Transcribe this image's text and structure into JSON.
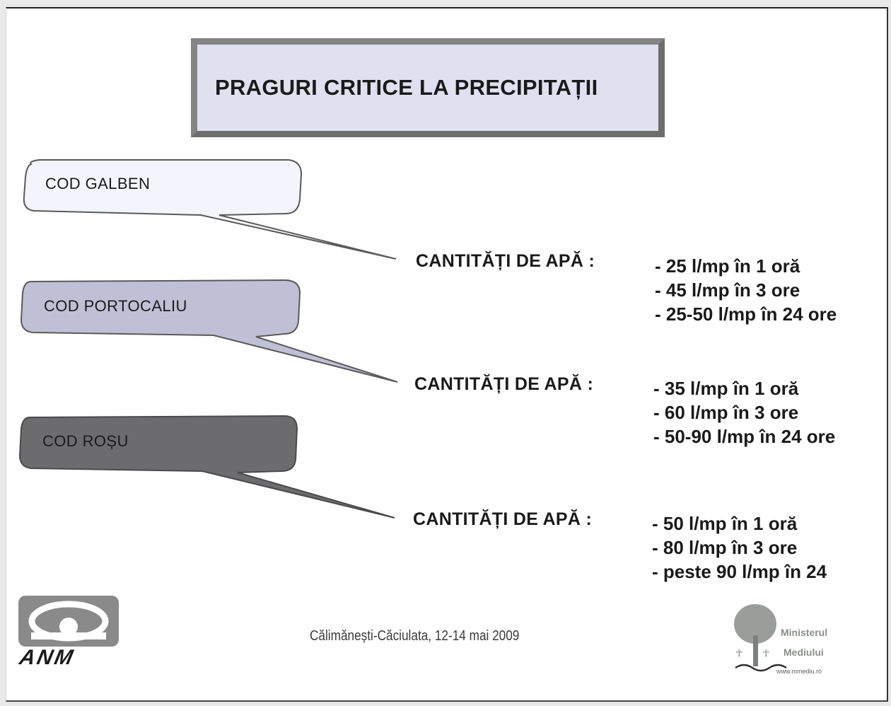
{
  "slide": {
    "title": "PRAGURI CRITICE LA PRECIPITAȚII",
    "codes": [
      {
        "label": "COD GALBEN",
        "fill": "#f4f5fc",
        "quantity_label": "CANTITĂȚI DE APĂ :",
        "values": [
          "- 25 l/mp în 1 oră",
          "- 45 l/mp în 3 ore",
          "- 25-50 l/mp în 24 ore"
        ]
      },
      {
        "label": "COD PORTOCALIU",
        "fill": "#bfc0d6",
        "quantity_label": "CANTITĂȚI DE APĂ :",
        "values": [
          "- 35 l/mp în 1 oră",
          "- 60 l/mp în 3 ore",
          "- 50-90 l/mp în 24 ore"
        ]
      },
      {
        "label": "COD ROȘU",
        "fill": "#6c6c6e",
        "quantity_label": "CANTITĂȚI DE APĂ :",
        "values": [
          "- 50 l/mp în 1 oră",
          "- 80 l/mp în 3 ore",
          "- peste 90 l/mp în 24"
        ]
      }
    ],
    "footer": "Călimănești-Căciulata, 12-14 mai 2009",
    "logos": {
      "anm_text": "ANM",
      "ministry_line1": "Ministerul",
      "ministry_line2": "Mediului",
      "ministry_url": "www.mmediu.ro"
    }
  }
}
